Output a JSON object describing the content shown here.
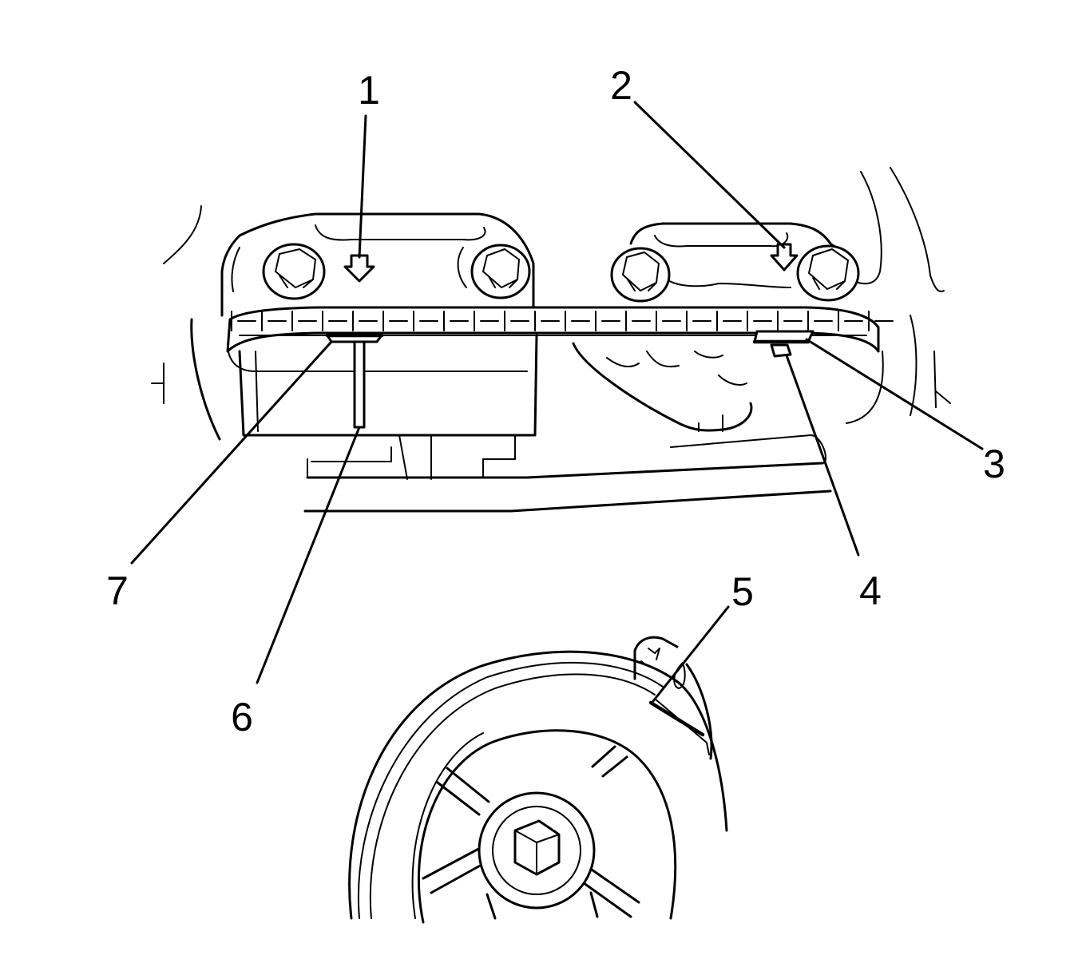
{
  "callouts": [
    {
      "id": "1",
      "label": "1"
    },
    {
      "id": "2",
      "label": "2"
    },
    {
      "id": "3",
      "label": "3"
    },
    {
      "id": "4",
      "label": "4"
    },
    {
      "id": "5",
      "label": "5"
    },
    {
      "id": "6",
      "label": "6"
    },
    {
      "id": "7",
      "label": "7"
    }
  ],
  "colors": {
    "line": "#000000",
    "background": "#ffffff"
  },
  "icons": [
    "bolt-head-icon",
    "arrow-down-icon",
    "timing-chain-icon",
    "sprocket-icon",
    "hex-bolt-icon"
  ]
}
